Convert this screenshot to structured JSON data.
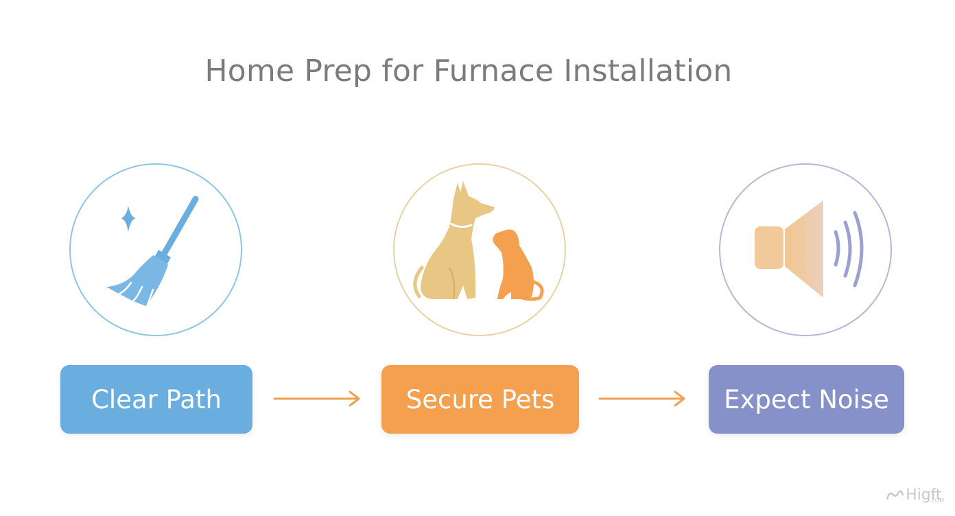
{
  "title": "Home Prep for Furnace Installation",
  "colors": {
    "title": "#7b7b7b",
    "step1": "#6aaee0",
    "step2": "#f4a04f",
    "step3": "#8690c9",
    "arrow": "#f0a052"
  },
  "steps": [
    {
      "label": "Clear Path",
      "icon": "broom-icon"
    },
    {
      "label": "Secure Pets",
      "icon": "pets-icon"
    },
    {
      "label": "Expect Noise",
      "icon": "speaker-icon"
    }
  ],
  "watermark": {
    "text": "Higft",
    "sub": ".COM"
  }
}
